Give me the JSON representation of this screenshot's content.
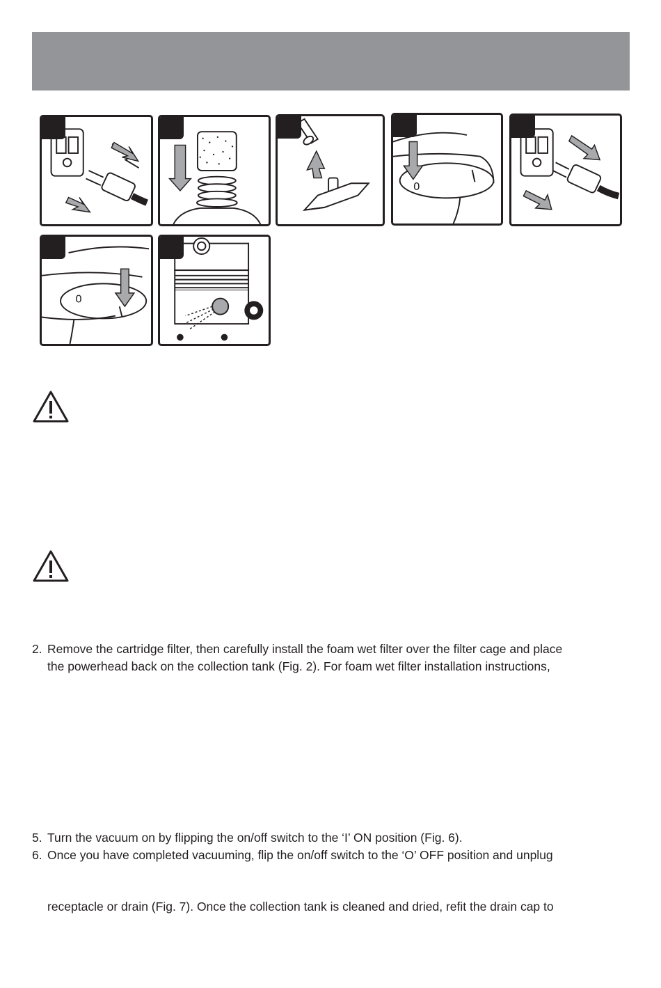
{
  "header": {
    "color": "#939598"
  },
  "figures": [
    {
      "icon": "unplug-icon"
    },
    {
      "icon": "foam-filter-install-icon"
    },
    {
      "icon": "floor-nozzle-attach-icon"
    },
    {
      "icon": "switch-off-icon"
    },
    {
      "icon": "plug-in-icon"
    },
    {
      "icon": "switch-on-icon"
    },
    {
      "icon": "drain-tank-icon"
    }
  ],
  "warnings": [
    {
      "icon": "warning-triangle-icon"
    },
    {
      "icon": "warning-triangle-icon"
    }
  ],
  "instructions": {
    "step2_line1_num": "2.",
    "step2_line1": "Remove the cartridge filter, then carefully install the foam wet filter over the filter cage and place",
    "step2_line2": "the powerhead back on the collection tank (Fig. 2). For foam wet filter installation instructions,",
    "step5_num": "5.",
    "step5": "Turn the vacuum on by flipping the on/off switch to the ‘I’ ON position (Fig. 6).",
    "step6_num": "6.",
    "step6": "Once you have completed vacuuming, flip the on/off switch to the ‘O’ OFF position and unplug",
    "step6_cont": "receptacle or drain (Fig. 7). Once the collection tank is cleaned and dried, refit the drain cap to"
  }
}
